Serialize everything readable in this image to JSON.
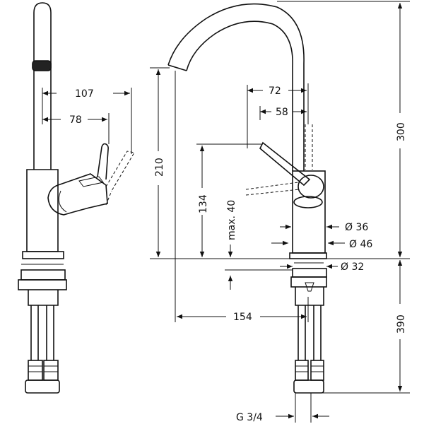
{
  "dimensions": {
    "d107": "107",
    "d78": "78",
    "d72": "72",
    "d58": "58",
    "d210": "210",
    "d134": "134",
    "d40": "max. 40",
    "d300": "300",
    "d36": "Ø 36",
    "d46": "Ø 46",
    "d32": "Ø 32",
    "d154": "154",
    "d390": "390",
    "thread": "G 3/4"
  }
}
